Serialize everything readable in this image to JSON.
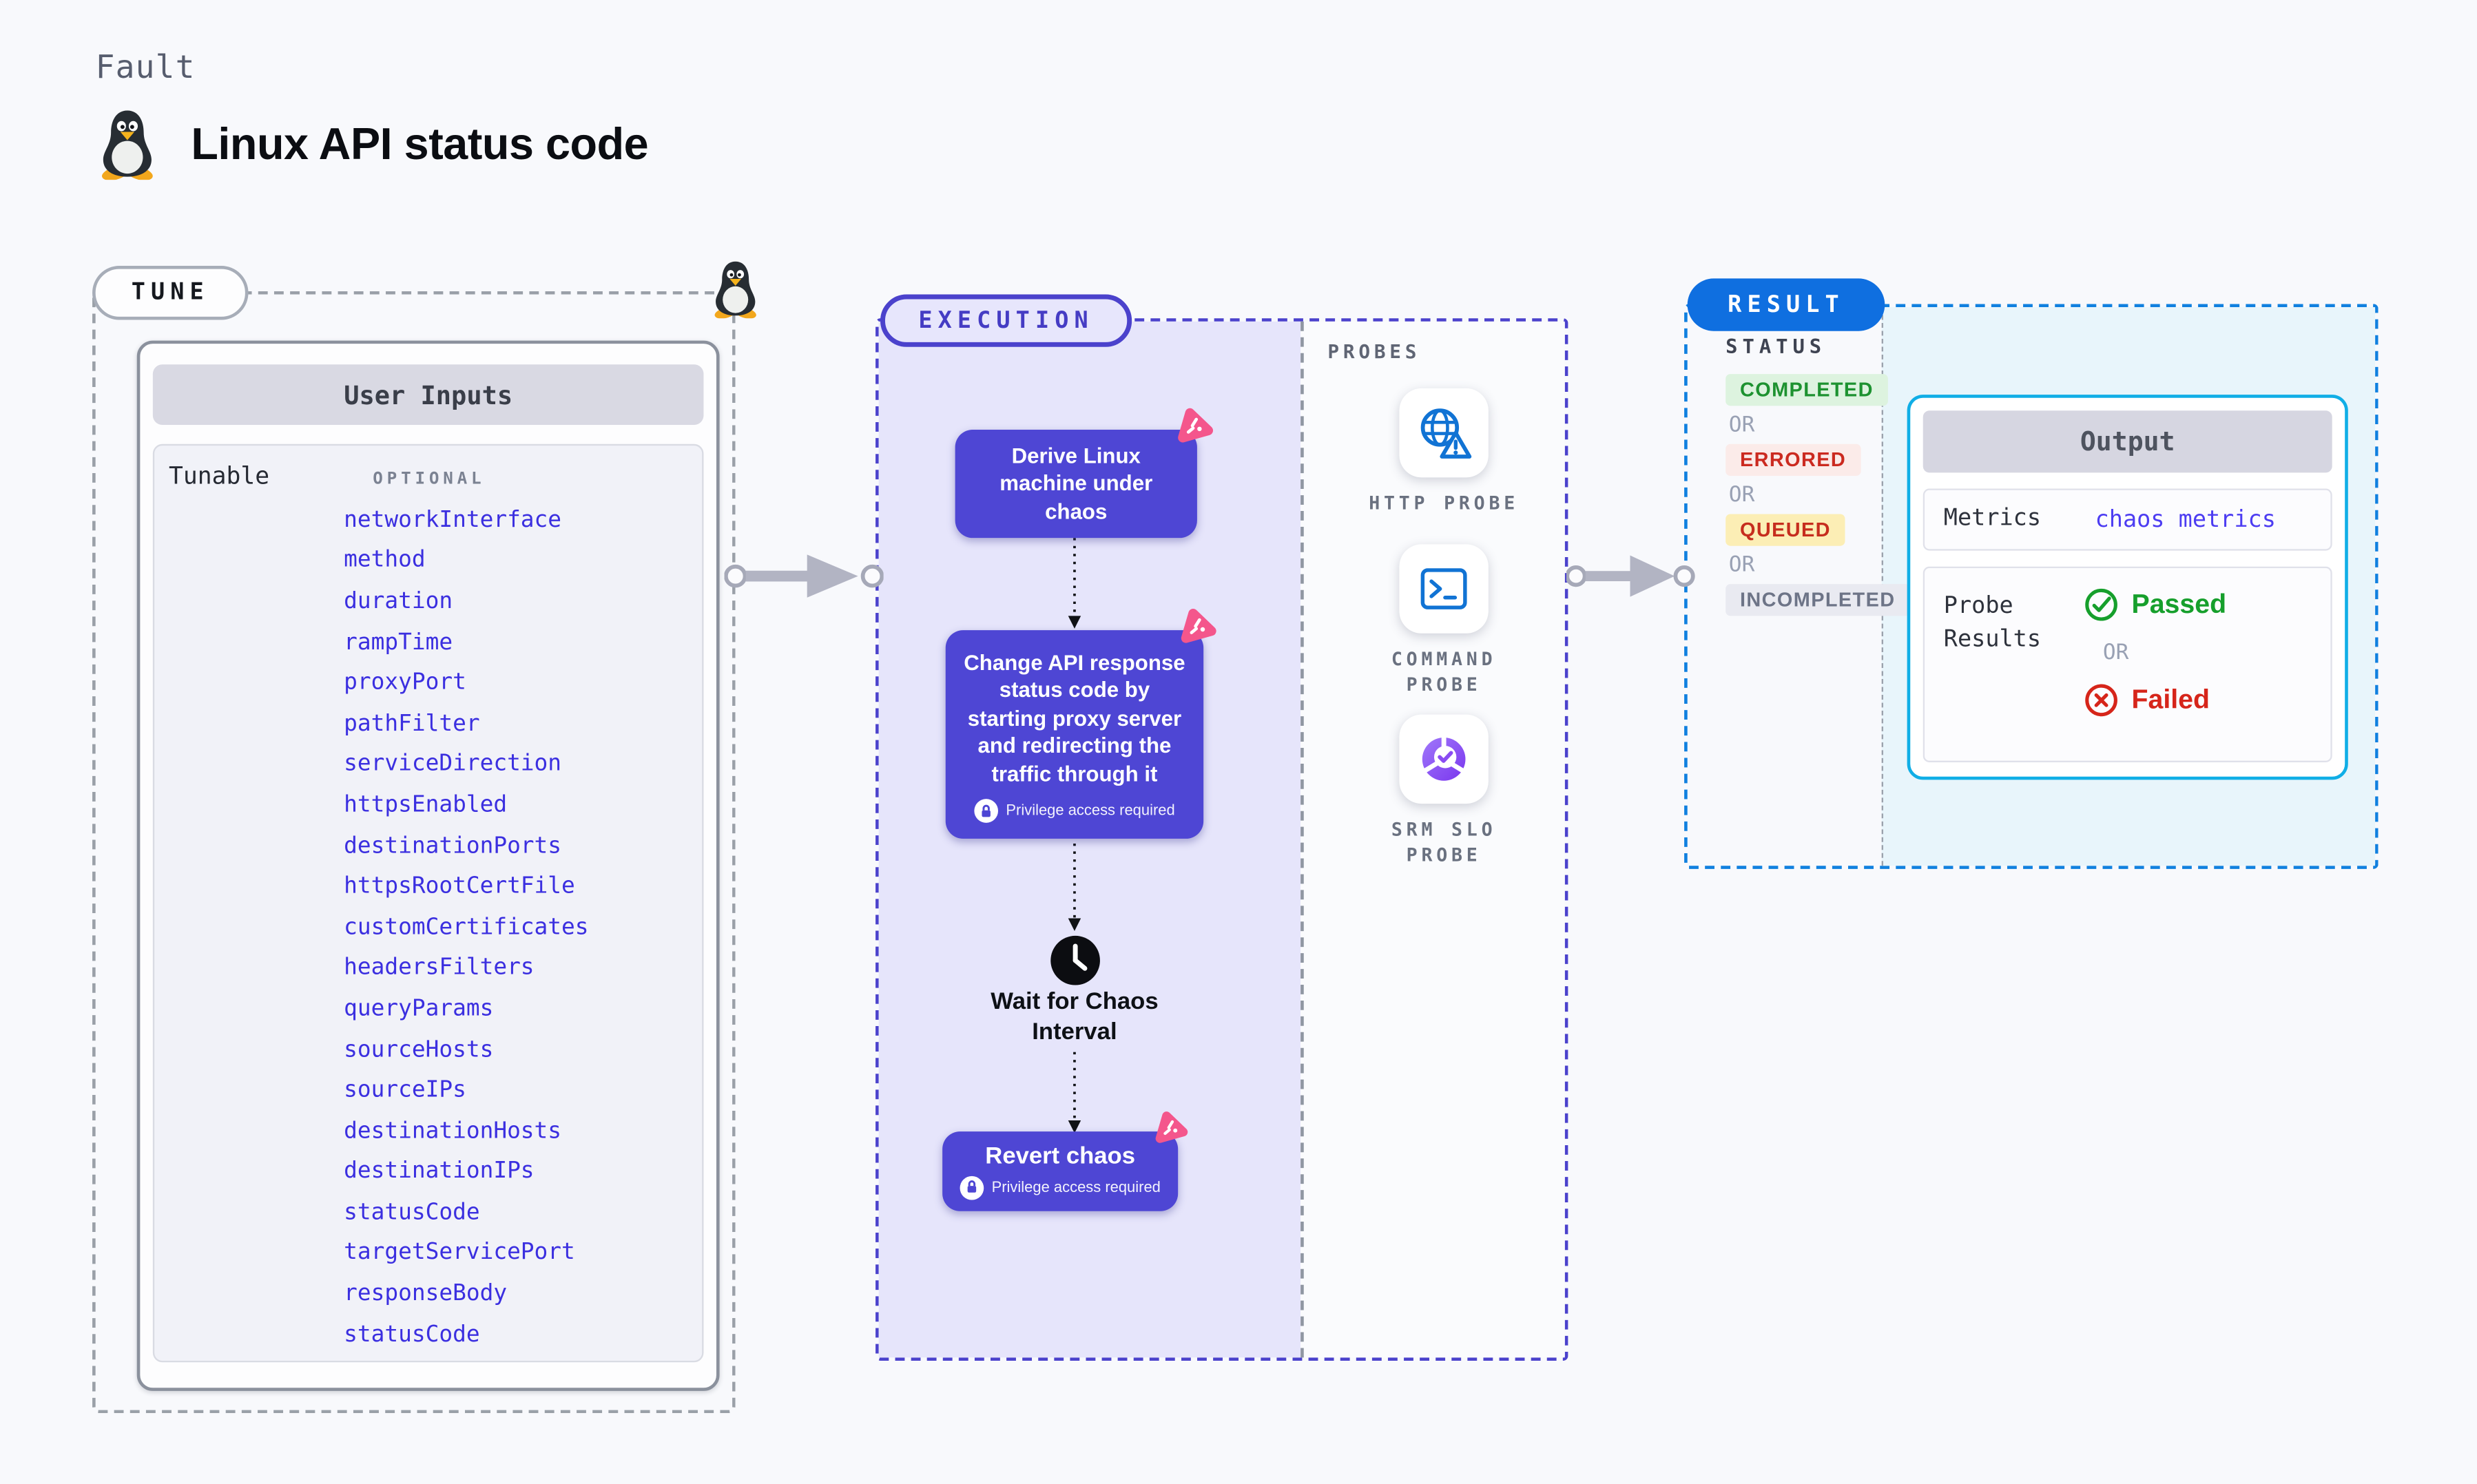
{
  "page": {
    "kicker": "Fault",
    "title": "Linux API status code"
  },
  "colors": {
    "accent_indigo": "#4e46d4",
    "accent_pink": "#f4568c",
    "probe_blue": "#1173d4",
    "srm_purple": "#8a54f4",
    "result_blue": "#0f6fe0",
    "result_dash_blue": "#1080df",
    "cyan_border": "#10aee6",
    "cyan_bg": "#e8f5fb",
    "lavender_bg": "#e6e5fb",
    "param_blue": "#3b2fe0",
    "link_indigo": "#4d3df2",
    "passed_green": "#169f2c",
    "failed_red": "#d6251a"
  },
  "tune": {
    "label": "TUNE",
    "card_header": "User Inputs",
    "group_label": "Tunable",
    "category_label": "OPTIONAL",
    "params": [
      "networkInterface",
      "method",
      "duration",
      "rampTime",
      "proxyPort",
      "pathFilter",
      "serviceDirection",
      "httpsEnabled",
      "destinationPorts",
      "httpsRootCertFile",
      "customCertificates",
      "headersFilters",
      "queryParams",
      "sourceHosts",
      "sourceIPs",
      "destinationHosts",
      "destinationIPs",
      "statusCode",
      "targetServicePort",
      "responseBody",
      "statusCode"
    ]
  },
  "execution": {
    "label": "EXECUTION",
    "step1": "Derive Linux machine under chaos",
    "step2": "Change API response status code by starting proxy server and redirecting the traffic through it",
    "wait": "Wait for Chaos Interval",
    "step3": "Revert chaos",
    "privilege_note": "Privilege access required"
  },
  "probes": {
    "label": "PROBES",
    "items": [
      {
        "name": "HTTP PROBE",
        "icon": "globe-alert-icon"
      },
      {
        "name": "COMMAND PROBE",
        "icon": "terminal-icon"
      },
      {
        "name": "SRM SLO PROBE",
        "icon": "slo-donut-icon"
      }
    ]
  },
  "result": {
    "label": "RESULT",
    "status_label": "STATUS",
    "or": "OR",
    "statuses": [
      {
        "label": "COMPLETED",
        "fg": "#1d9230",
        "bg": "#ddf3df"
      },
      {
        "label": "ERRORED",
        "fg": "#cb2a20",
        "bg": "#fbebe9"
      },
      {
        "label": "QUEUED",
        "fg": "#c62d1e",
        "bg": "#fceeb5"
      },
      {
        "label": "INCOMPLETED",
        "fg": "#6d7487",
        "bg": "#e9eaf1"
      }
    ],
    "output": {
      "header": "Output",
      "metrics_label": "Metrics",
      "metrics_value": "chaos metrics",
      "probe_results_label": "Probe Results",
      "passed": "Passed",
      "or": "OR",
      "failed": "Failed"
    }
  }
}
